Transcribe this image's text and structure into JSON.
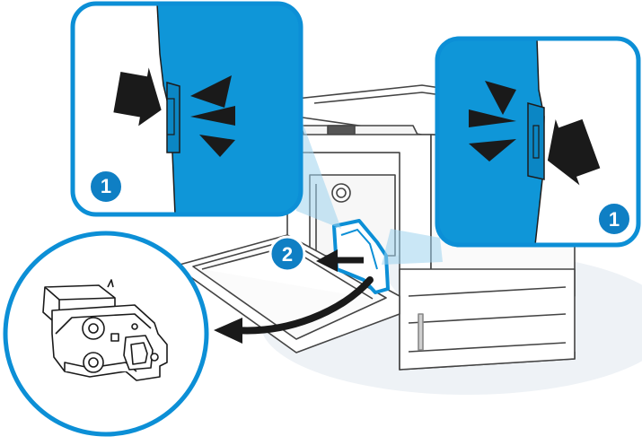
{
  "callouts": {
    "left_step": "1",
    "right_step": "1",
    "remove_step": "2"
  },
  "colors": {
    "accent_blue": "#0f96d8",
    "callout_border": "#0c8fd6",
    "light_blue_beam": "#9fd3ef",
    "badge_fill": "#0f7fc4",
    "line": "#444444",
    "shadow": "#eef2f6"
  },
  "icons": {
    "press_arrow": "arrow-icon",
    "step_badge": "numbered-badge",
    "waste_container": "toner-collection-unit-icon"
  }
}
